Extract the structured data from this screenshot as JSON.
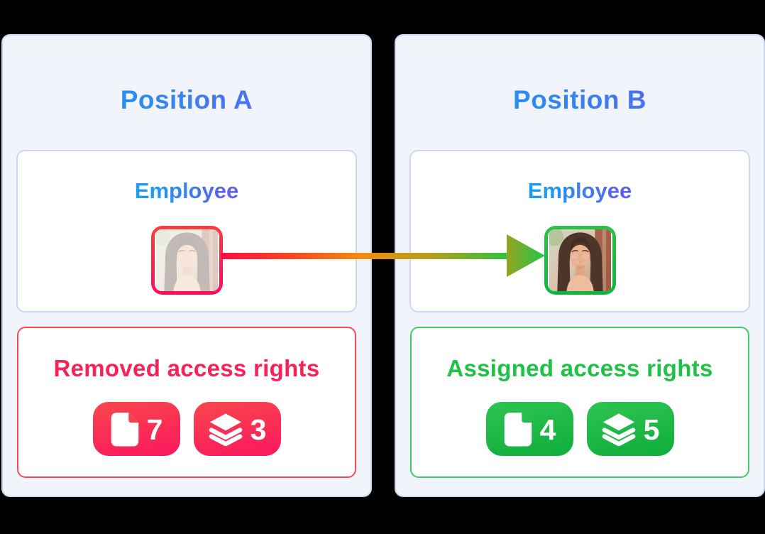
{
  "canvas": {
    "background": "#000000"
  },
  "panels": [
    {
      "title": "Position A",
      "employee_card": {
        "title": "Employee",
        "photo": "woman-portrait-photo",
        "photo_state": "faded",
        "photo_border_color": "#FB1550"
      },
      "access_card": {
        "title": "Removed access rights",
        "accent_color": "#FA2156",
        "badges": [
          {
            "icon": "file-icon",
            "count": 7
          },
          {
            "icon": "layers-icon",
            "count": 3
          }
        ]
      }
    },
    {
      "title": "Position B",
      "employee_card": {
        "title": "Employee",
        "photo": "woman-portrait-photo",
        "photo_state": "full",
        "photo_border_color": "#17BD3C"
      },
      "access_card": {
        "title": "Assigned access rights",
        "accent_color": "#1EC244",
        "badges": [
          {
            "icon": "file-icon",
            "count": 4
          },
          {
            "icon": "layers-icon",
            "count": 5
          }
        ]
      }
    }
  ],
  "arrow": {
    "name": "transfer-arrow",
    "direction": "left-to-right",
    "gradient": [
      "#FB0D45",
      "#F18D12",
      "#27C343"
    ]
  },
  "colors": {
    "panel_background": "#F1F4FB",
    "panel_border": "#C9D5F1",
    "card_background": "#FFFFFF",
    "title_gradient": [
      "#1E9AF2",
      "#5B62EF"
    ],
    "removed_badge_gradient": [
      "#F8474C",
      "#FB175E"
    ],
    "assigned_badge_gradient": [
      "#2EC352",
      "#0FAE3A"
    ]
  }
}
